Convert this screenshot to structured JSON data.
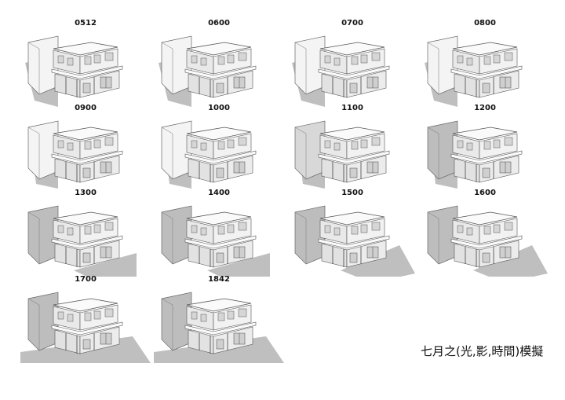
{
  "frames": [
    {
      "time": "0512",
      "shadow": "left",
      "wall": "lit"
    },
    {
      "time": "0600",
      "shadow": "left",
      "wall": "lit"
    },
    {
      "time": "0700",
      "shadow": "left",
      "wall": "lit"
    },
    {
      "time": "0800",
      "shadow": "left",
      "wall": "lit"
    },
    {
      "time": "0900",
      "shadow": "small",
      "wall": "lit"
    },
    {
      "time": "1000",
      "shadow": "small",
      "wall": "lit"
    },
    {
      "time": "1100",
      "shadow": "small",
      "wall": "dim"
    },
    {
      "time": "1200",
      "shadow": "small",
      "wall": "dark"
    },
    {
      "time": "1300",
      "shadow": "right",
      "wall": "dark"
    },
    {
      "time": "1400",
      "shadow": "right",
      "wall": "dark"
    },
    {
      "time": "1500",
      "shadow": "right-long",
      "wall": "dark"
    },
    {
      "time": "1600",
      "shadow": "right-long",
      "wall": "dark"
    },
    {
      "time": "1700",
      "shadow": "right-huge",
      "wall": "dark"
    },
    {
      "time": "1842",
      "shadow": "right-huge",
      "wall": "dark"
    }
  ],
  "caption": "七月之(光,影,時間)模擬"
}
